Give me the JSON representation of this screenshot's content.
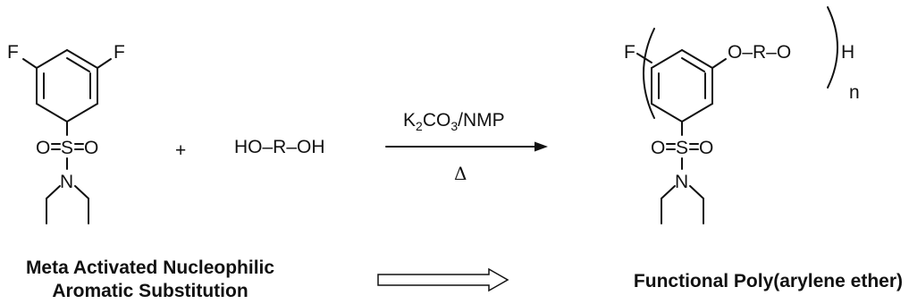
{
  "reactant1": {
    "atoms": {
      "f_left": "F",
      "f_right": "F",
      "o_left": "O",
      "s": "S",
      "o_right": "O",
      "n": "N"
    }
  },
  "plus": "+",
  "reactant2": {
    "formula": "HO–R–OH"
  },
  "conditions": {
    "reagent_k": "K",
    "reagent_sub": "2",
    "reagent_co": "CO",
    "reagent_sub2": "3",
    "reagent_rest": "/NMP",
    "heat": "Δ"
  },
  "product": {
    "atoms": {
      "f": "F",
      "o_left": "O",
      "s": "S",
      "o_right": "O",
      "n": "N"
    },
    "chain": "O–R–O",
    "end_group": "H",
    "repeat": "n"
  },
  "captions": {
    "left_line1": "Meta Activated Nucleophilic",
    "left_line2": "Aromatic Substitution",
    "right": "Functional Poly(arylene ether)"
  },
  "colors": {
    "ink": "#111111",
    "background": "#ffffff"
  }
}
